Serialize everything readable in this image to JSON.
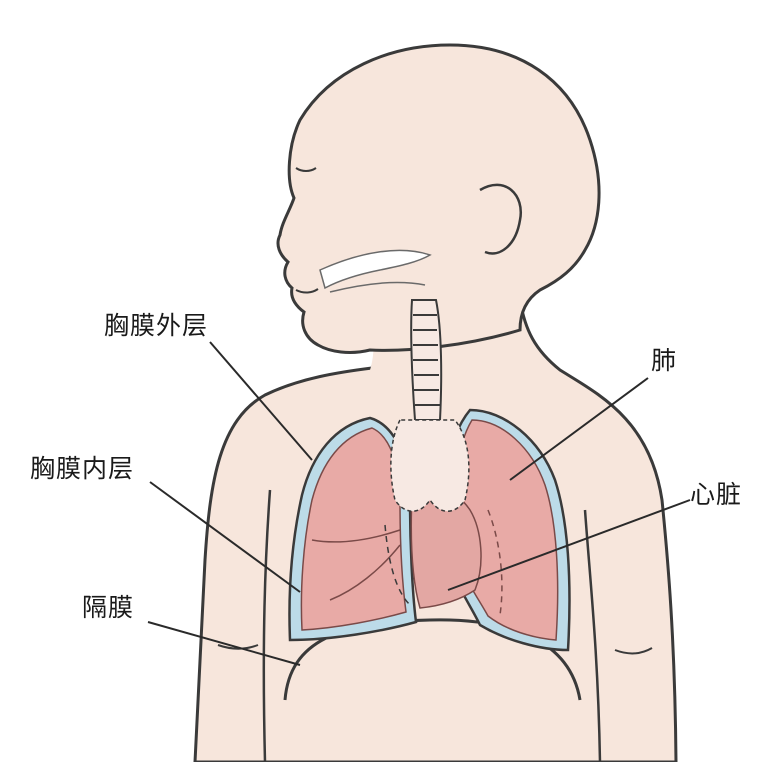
{
  "labels": {
    "outer_pleura": "胸膜外层",
    "lung": "肺",
    "inner_pleura": "胸膜内层",
    "heart": "心脏",
    "diaphragm": "隔膜"
  },
  "colors": {
    "skin": "#f7e6dc",
    "outline": "#3a3a3a",
    "lung": "#e8aaa6",
    "lung_shadow": "#d98f8c",
    "pleura": "#bcdbe8",
    "heart": "#e3a7a3",
    "airway": "#f7e9e3"
  }
}
